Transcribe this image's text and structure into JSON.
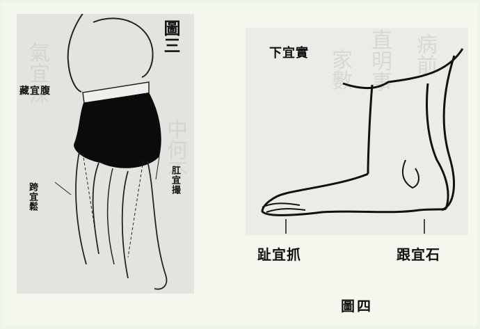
{
  "figure3": {
    "title_line1": "圖",
    "title_line2": "三",
    "label_abdomen": "藏宜腹",
    "label_anus": "肛宜撮",
    "label_hip": "跨宜鬆"
  },
  "figure4": {
    "label_top": "下宜實",
    "label_toes": "趾宜抓",
    "label_heel": "跟宜石",
    "caption": "圖四"
  }
}
